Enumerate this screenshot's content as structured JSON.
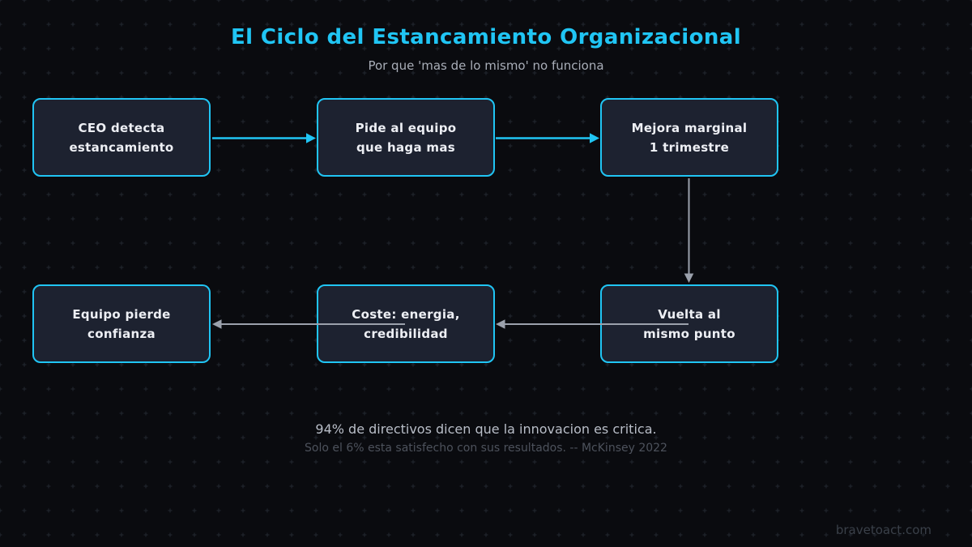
{
  "header": {
    "title": "El Ciclo del Estancamiento Organizacional",
    "subtitle": "Por que 'mas de lo mismo' no funciona"
  },
  "diagram": {
    "nodes": [
      {
        "id": "ceo-detecta-estancamiento",
        "lines": [
          "CEO detecta",
          "estancamiento"
        ]
      },
      {
        "id": "pide-al-equipo",
        "lines": [
          "Pide al equipo",
          "que haga mas"
        ]
      },
      {
        "id": "mejora-marginal",
        "lines": [
          "Mejora marginal",
          "1 trimestre"
        ]
      },
      {
        "id": "equipo-pierde-confianza",
        "lines": [
          "Equipo pierde",
          "confianza"
        ]
      },
      {
        "id": "coste-energia",
        "lines": [
          "Coste: energia,",
          "credibilidad"
        ]
      },
      {
        "id": "vuelta-mismo-punto",
        "lines": [
          "Vuelta al",
          "mismo punto"
        ]
      }
    ],
    "edges": [
      {
        "from": "ceo-detecta-estancamiento",
        "to": "pide-al-equipo",
        "color": "accent"
      },
      {
        "from": "pide-al-equipo",
        "to": "mejora-marginal",
        "color": "accent"
      },
      {
        "from": "mejora-marginal",
        "to": "vuelta-mismo-punto",
        "color": "gray"
      },
      {
        "from": "vuelta-mismo-punto",
        "to": "coste-energia",
        "color": "gray"
      },
      {
        "from": "coste-energia",
        "to": "equipo-pierde-confianza",
        "color": "gray"
      }
    ]
  },
  "footer": {
    "stat_line": "94% de directivos dicen que la innovacion es critica.",
    "source_line": "Solo el 6% esta satisfecho con sus resultados. -- McKinsey 2022"
  },
  "watermark": "bravetoact.com",
  "colors": {
    "accent": "#20c5f4",
    "box-fill": "#1d2230",
    "box-text": "#edeff4",
    "arrow": "#9ba1ac",
    "grid": "#1f232b",
    "bg": "#0a0b0f",
    "subtitle": "#a9aeb8",
    "stat": "#b9bec8",
    "source": "#4d525c",
    "watermark": "#3a4049"
  }
}
